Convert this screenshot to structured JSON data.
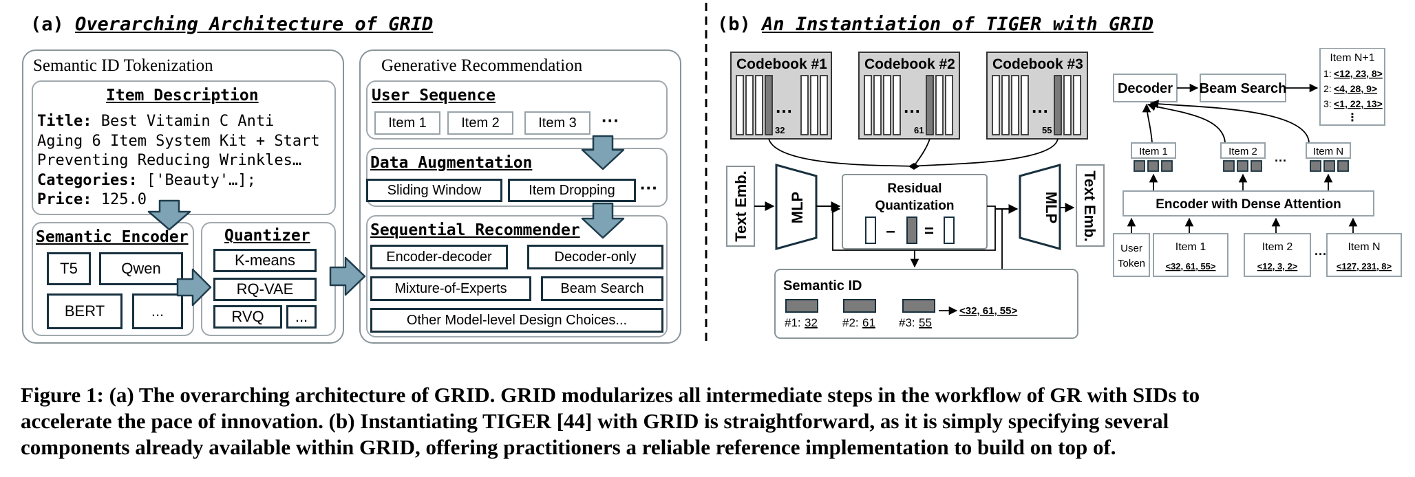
{
  "panel_a": {
    "label": "(a)",
    "title": "Overarching Architecture of GRID",
    "tokenization": {
      "title": "Semantic ID Tokenization",
      "item_description": {
        "title": "Item Description",
        "title_key": "Title:",
        "title_value_1": " Best Vitamin C Anti",
        "title_value_2": "Aging 6 Item System Kit + Start",
        "title_value_3": "Preventing Reducing Wrinkles…",
        "categories_key": "Categories:",
        "categories_value": " ['Beauty'…];",
        "price_key": "Price:",
        "price_value": " 125.0"
      },
      "encoder": {
        "title": "Semantic Encoder",
        "items": [
          "T5",
          "Qwen",
          "BERT",
          "..."
        ]
      },
      "quantizer": {
        "title": "Quantizer",
        "items": [
          "K-means",
          "RQ-VAE",
          "RVQ",
          "..."
        ]
      }
    },
    "generative": {
      "title": "Generative Recommendation",
      "user_sequence": {
        "title": "User Sequence",
        "items": [
          "Item 1",
          "Item 2",
          "Item 3"
        ],
        "more": "···"
      },
      "augmentation": {
        "title": "Data Augmentation",
        "items": [
          "Sliding Window",
          "Item Dropping"
        ],
        "more": "···"
      },
      "recommender": {
        "title": "Sequential Recommender",
        "items": [
          "Encoder-decoder",
          "Decoder-only",
          "Mixture-of-Experts",
          "Beam Search",
          "Other Model-level Design Choices..."
        ]
      }
    }
  },
  "panel_b": {
    "label": "(b)",
    "title": "An Instantiation of TIGER with GRID",
    "codebooks": [
      {
        "label": "Codebook #1",
        "index": "32"
      },
      {
        "label": "Codebook #2",
        "index": "61"
      },
      {
        "label": "Codebook #3",
        "index": "55"
      }
    ],
    "text_emb_in": "Text Emb.",
    "text_emb_out": "Text Emb.",
    "mlp_in": "MLP",
    "mlp_out": "MLP",
    "rq": {
      "line1": "Residual",
      "line2": "Quantization",
      "minus": "–",
      "equals": "="
    },
    "semantic_id": {
      "title": "Semantic ID",
      "codes": [
        {
          "prefix": "#1:",
          "value": "32"
        },
        {
          "prefix": "#2:",
          "value": "61"
        },
        {
          "prefix": "#3:",
          "value": "55"
        }
      ],
      "result": "<32, 61, 55>"
    },
    "decoder": "Decoder",
    "beam_search": "Beam Search",
    "output": {
      "title": "Item N+1",
      "rows": [
        {
          "prefix": "1: ",
          "value": "<12, 23, 8>"
        },
        {
          "prefix": "2: ",
          "value": "<4, 28, 9>"
        },
        {
          "prefix": "3: ",
          "value": "<1, 22, 13>"
        }
      ],
      "more": "⋮"
    },
    "items_top": [
      "Item 1",
      "Item 2",
      "Item N"
    ],
    "dots": "···",
    "encoder": "Encoder with Dense Attention",
    "user_token": {
      "line1": "User",
      "line2": "Token"
    },
    "inputs": [
      {
        "label": "Item 1",
        "sid": "<32, 61, 55>"
      },
      {
        "label": "Item 2",
        "sid": "<12, 3, 2>"
      },
      {
        "label": "Item N",
        "sid": "<127, 231, 8>"
      }
    ]
  },
  "caption": {
    "line1": "Figure 1: (a) The overarching architecture of GRID. GRID modularizes all intermediate steps in the workflow of GR with SIDs to",
    "line2": "accelerate the pace of innovation. (b) Instantiating TIGER [44] with GRID is straightforward, as it is simply specifying several",
    "line3": "components already available within GRID, offering practitioners a reliable reference implementation to build on top of."
  },
  "colors": {
    "arrow_fill": "#7ea3b5",
    "arrow_stroke": "#1f3d4c",
    "box_border": "#17303e",
    "codebook_bg": "#d2d2d2",
    "selected_bar": "#7b7b7b",
    "group_border": "#8a9499"
  }
}
